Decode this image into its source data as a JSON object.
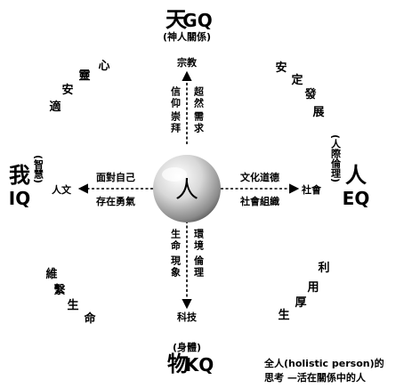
{
  "top": {
    "big": "天",
    "code": "GQ",
    "sub": "(神人關係)",
    "end": "宗教",
    "left_col1": "信仰",
    "left_col2": "崇拜",
    "right_col1": "超然",
    "right_col2": "需求"
  },
  "bottom": {
    "sub": "(身體)",
    "big": "物",
    "code": "KQ",
    "end": "科技",
    "left_col1": "生命",
    "left_col2": "現象",
    "right_col1": "環境",
    "right_col2": "倫理"
  },
  "left": {
    "big1": "我",
    "code": "IQ",
    "sub": "(智慧)",
    "end": "人文",
    "top_text": "面對自己",
    "bottom_text": "存在勇氣"
  },
  "right": {
    "big1": "人",
    "code": "EQ",
    "sub": "(人際倫理)",
    "end": "社會",
    "top_text": "文化道德",
    "bottom_text": "社會組織"
  },
  "center": {
    "char": "人"
  },
  "diagonals": {
    "top_left": [
      "心",
      "靈",
      "安",
      "適"
    ],
    "top_right": [
      "安",
      "定",
      "發",
      "展"
    ],
    "bottom_left": [
      "維",
      "繫",
      "生",
      "命"
    ],
    "bottom_right": [
      "利",
      "用",
      "厚",
      "生"
    ]
  },
  "caption": {
    "line1": "全人(holistic person)的",
    "line2": "思考 —活在關係中的人"
  }
}
